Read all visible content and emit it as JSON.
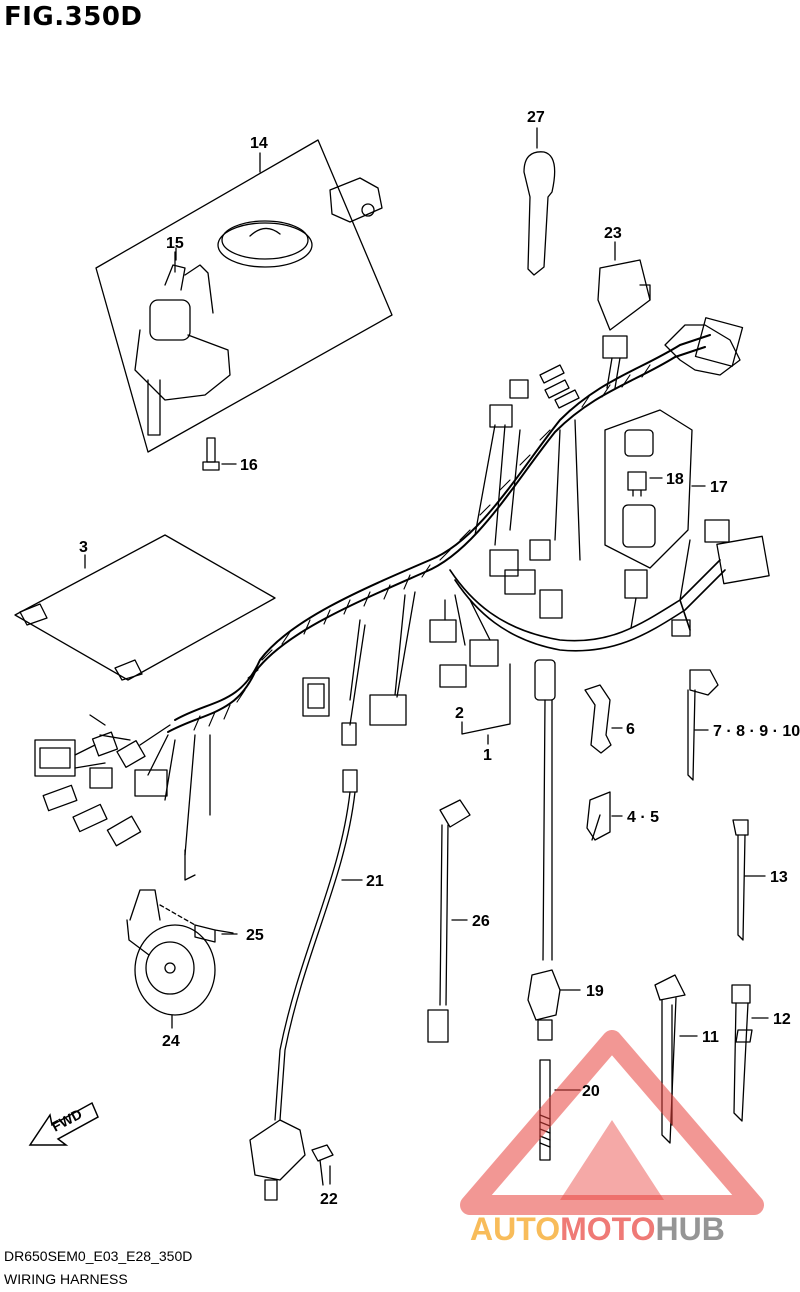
{
  "header": {
    "figure_title": "FIG.350D"
  },
  "footer": {
    "model_code": "DR650SEM0_E03_E28_350D",
    "section_name": "WIRING HARNESS"
  },
  "callouts": {
    "c1": "1",
    "c2": "2",
    "c3": "3",
    "c4_5": "4 · 5",
    "c6": "6",
    "c7_10": "7 · 8 · 9 · 10",
    "c11": "11",
    "c12": "12",
    "c13": "13",
    "c14": "14",
    "c15": "15",
    "c16": "16",
    "c17": "17",
    "c18": "18",
    "c19": "19",
    "c20": "20",
    "c21": "21",
    "c22": "22",
    "c23": "23",
    "c24": "24",
    "c25": "25",
    "c26": "26",
    "c27": "27"
  },
  "direction_badge": "FWD",
  "watermark": {
    "part1": "AUTO",
    "part2": "MOTO",
    "part3": "HUB"
  },
  "colors": {
    "line": "#000000",
    "watermark_red": "#e8413c",
    "watermark_orange": "#f5a623",
    "watermark_gray": "#7a7a7a"
  }
}
